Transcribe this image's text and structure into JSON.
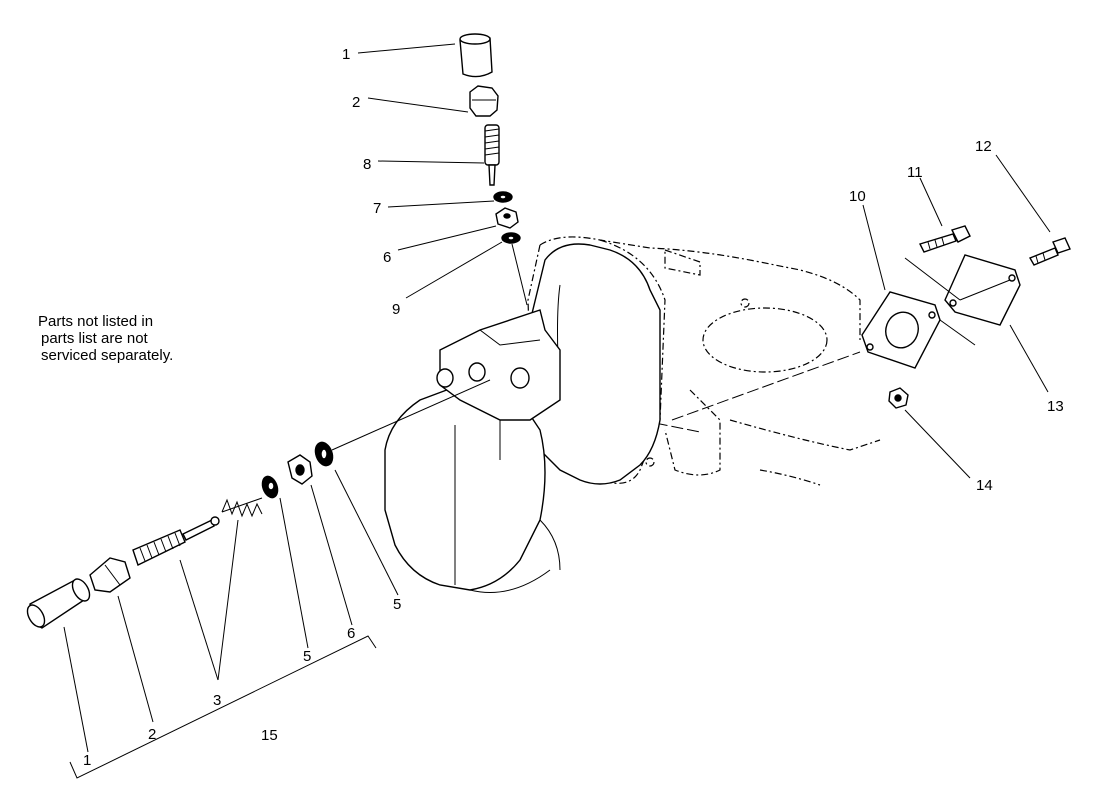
{
  "note": {
    "lines": [
      "Parts not listed in",
      "parts list are not",
      "serviced separately."
    ]
  },
  "callouts": {
    "c1_top": "1",
    "c2_top": "2",
    "c8": "8",
    "c7": "7",
    "c6_top": "6",
    "c9": "9",
    "c10": "10",
    "c11": "11",
    "c12": "12",
    "c13": "13",
    "c14": "14",
    "c5_right": "5",
    "c6_bottom": "6",
    "c5_left": "5",
    "c3": "3",
    "c2_bottom": "2",
    "c1_bottom": "1",
    "c15": "15"
  }
}
